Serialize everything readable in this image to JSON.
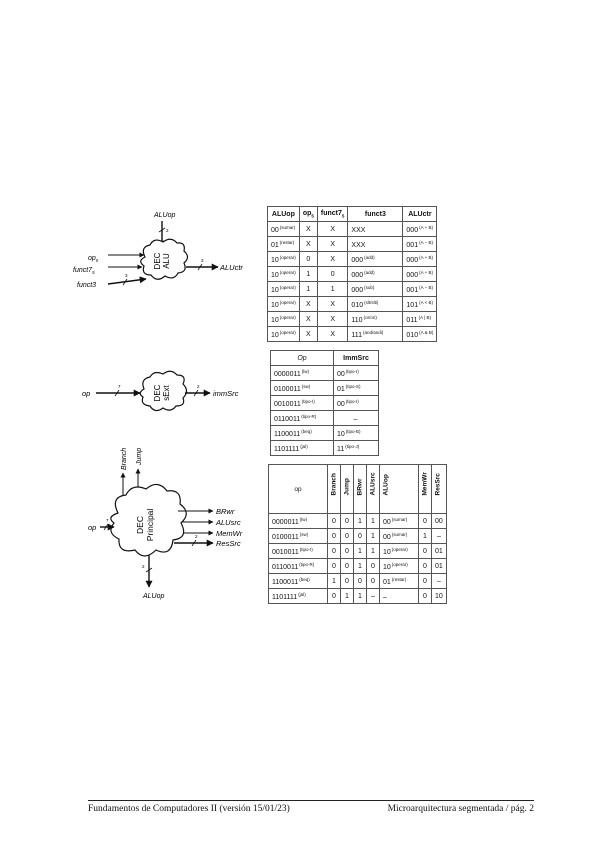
{
  "dec_alu": {
    "inputs": [
      "op",
      "funct7",
      "funct3"
    ],
    "top_input": "ALUop",
    "block_lines": [
      "DEC",
      "ALU"
    ],
    "output": "ALUctr",
    "op_sub": "5",
    "funct7_sub": "5",
    "bus_label_top": "2",
    "bus_label_in": "3",
    "bus_label_out": "3"
  },
  "dec_sext": {
    "input": "op",
    "block_lines": [
      "DEC",
      "sExt"
    ],
    "output": "immSrc",
    "bus_label_in": "7",
    "bus_label_out": "2"
  },
  "dec_main": {
    "input": "op",
    "block_lines": [
      "DEC",
      "Principal"
    ],
    "top_outputs": [
      "Branch",
      "Jump"
    ],
    "right_outputs": [
      "BRwr",
      "ALUsrc",
      "MemWr",
      "ResSrc"
    ],
    "bottom_output": "ALUop",
    "bus_label_in": "7",
    "bus_label_resrc": "2",
    "bus_label_bottom": "2"
  },
  "alu_table": {
    "headers": [
      "ALUop",
      "op",
      "funct7",
      "funct3",
      "ALUctr"
    ],
    "header_subs": [
      "",
      "5",
      "5",
      "",
      ""
    ],
    "rows": [
      {
        "aluop": "00",
        "aluop_note": "(sumar)",
        "op5": "X",
        "funct7": "X",
        "funct3": "XXX",
        "funct3_note": "",
        "aluctr": "000",
        "aluctr_note": "(A + B)"
      },
      {
        "aluop": "01",
        "aluop_note": "(restar)",
        "op5": "X",
        "funct7": "X",
        "funct3": "XXX",
        "funct3_note": "",
        "aluctr": "001",
        "aluctr_note": "(A − B)"
      },
      {
        "aluop": "10",
        "aluop_note": "(operar)",
        "op5": "0",
        "funct7": "X",
        "funct3": "000",
        "funct3_note": "(add)",
        "aluctr": "000",
        "aluctr_note": "(A + B)"
      },
      {
        "aluop": "10",
        "aluop_note": "(operar)",
        "op5": "1",
        "funct7": "0",
        "funct3": "000",
        "funct3_note": "(add)",
        "aluctr": "000",
        "aluctr_note": "(A + B)"
      },
      {
        "aluop": "10",
        "aluop_note": "(operar)",
        "op5": "1",
        "funct7": "1",
        "funct3": "000",
        "funct3_note": "(sub)",
        "aluctr": "001",
        "aluctr_note": "(A − B)"
      },
      {
        "aluop": "10",
        "aluop_note": "(operar)",
        "op5": "X",
        "funct7": "X",
        "funct3": "010",
        "funct3_note": "(slt/slti)",
        "aluctr": "101",
        "aluctr_note": "(A < B)"
      },
      {
        "aluop": "10",
        "aluop_note": "(operar)",
        "op5": "X",
        "funct7": "X",
        "funct3": "110",
        "funct3_note": "(or/ori)",
        "aluctr": "011",
        "aluctr_note": "(A | B)"
      },
      {
        "aluop": "10",
        "aluop_note": "(operar)",
        "op5": "X",
        "funct7": "X",
        "funct3": "111",
        "funct3_note": "(and/andi)",
        "aluctr": "010",
        "aluctr_note": "(A & B)"
      }
    ]
  },
  "imm_table": {
    "headers": [
      "Op",
      "ImmSrc"
    ],
    "rows": [
      {
        "op": "0000011",
        "op_note": "(lw)",
        "imm": "00",
        "imm_note": "(tipo-I)"
      },
      {
        "op": "0100011",
        "op_note": "(sw)",
        "imm": "01",
        "imm_note": "(tipo-S)"
      },
      {
        "op": "0010011",
        "op_note": "(tipo-I)",
        "imm": "00",
        "imm_note": "(tipo-I)"
      },
      {
        "op": "0110011",
        "op_note": "(tipo-R)",
        "imm": "–",
        "imm_note": ""
      },
      {
        "op": "1100011",
        "op_note": "(beq)",
        "imm": "10",
        "imm_note": "(tipo-B)"
      },
      {
        "op": "1101111",
        "op_note": "(jal)",
        "imm": "11",
        "imm_note": "(tipo-J)"
      }
    ]
  },
  "main_table": {
    "headers": [
      "op",
      "Branch",
      "Jump",
      "BRwr",
      "ALUsrc",
      "ALUop",
      "MemWr",
      "ResSrc"
    ],
    "rows": [
      {
        "op": "0000011",
        "op_note": "(lw)",
        "branch": "0",
        "jump": "0",
        "brwr": "1",
        "alusrc": "1",
        "aluop": "00",
        "aluop_note": "(sumar)",
        "memwr": "0",
        "ressrc": "00"
      },
      {
        "op": "0100011",
        "op_note": "(sw)",
        "branch": "0",
        "jump": "0",
        "brwr": "0",
        "alusrc": "1",
        "aluop": "00",
        "aluop_note": "(sumar)",
        "memwr": "1",
        "ressrc": "–"
      },
      {
        "op": "0010011",
        "op_note": "(tipo-I)",
        "branch": "0",
        "jump": "0",
        "brwr": "1",
        "alusrc": "1",
        "aluop": "10",
        "aluop_note": "(operar)",
        "memwr": "0",
        "ressrc": "01"
      },
      {
        "op": "0110011",
        "op_note": "(tipo-R)",
        "branch": "0",
        "jump": "0",
        "brwr": "1",
        "alusrc": "0",
        "aluop": "10",
        "aluop_note": "(operar)",
        "memwr": "0",
        "ressrc": "01"
      },
      {
        "op": "1100011",
        "op_note": "(beq)",
        "branch": "1",
        "jump": "0",
        "brwr": "0",
        "alusrc": "0",
        "aluop": "01",
        "aluop_note": "(restar)",
        "memwr": "0",
        "ressrc": "–"
      },
      {
        "op": "1101111",
        "op_note": "(jal)",
        "branch": "0",
        "jump": "1",
        "brwr": "1",
        "alusrc": "–",
        "aluop": "–",
        "aluop_note": "",
        "memwr": "0",
        "ressrc": "10"
      }
    ]
  },
  "footer": {
    "left": "Fundamentos de Computadores II (versión 15/01/23)",
    "right": "Microarquitectura segmentada / pág. 2"
  }
}
